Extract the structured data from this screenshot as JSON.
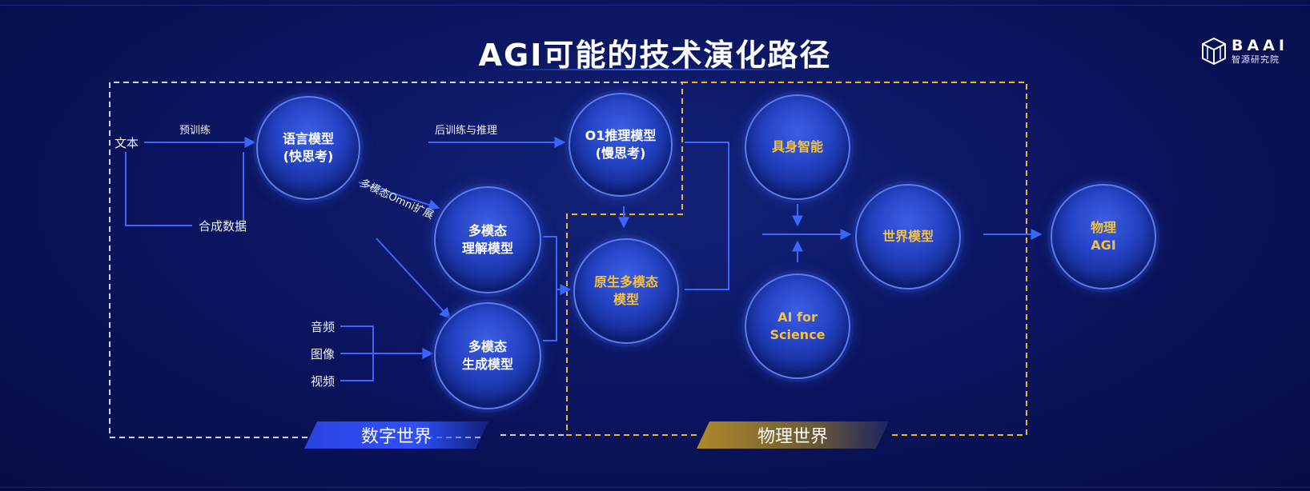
{
  "title": "AGI可能的技术演化路径",
  "logo": {
    "name": "BAAI",
    "subtitle": "智源研究院"
  },
  "nodes": {
    "lang_model": "语言模型\n(快思考)",
    "o1_model": "O1推理模型\n(慢思考)",
    "mm_understand": "多模态\n理解模型",
    "mm_generate": "多模态\n生成模型",
    "native_mm": "原生多模态\n模型",
    "embodied": "具身智能",
    "ai_science": "AI for\nScience",
    "world_model": "世界模型",
    "physical_agi": "物理\nAGI"
  },
  "labels": {
    "text": "文本",
    "pretrain": "预训练",
    "synthetic": "合成数据",
    "posttrain": "后训练与推理",
    "omni": "多模态Omni扩展",
    "audio": "音频",
    "image": "图像",
    "video": "视频"
  },
  "regions": {
    "digital": "数字世界",
    "physical": "物理世界"
  },
  "colors": {
    "gold": "#f5c23d",
    "line": "#3b67ff",
    "dashed_white": "#c8d2ff",
    "dashed_gold": "#f0b428"
  }
}
